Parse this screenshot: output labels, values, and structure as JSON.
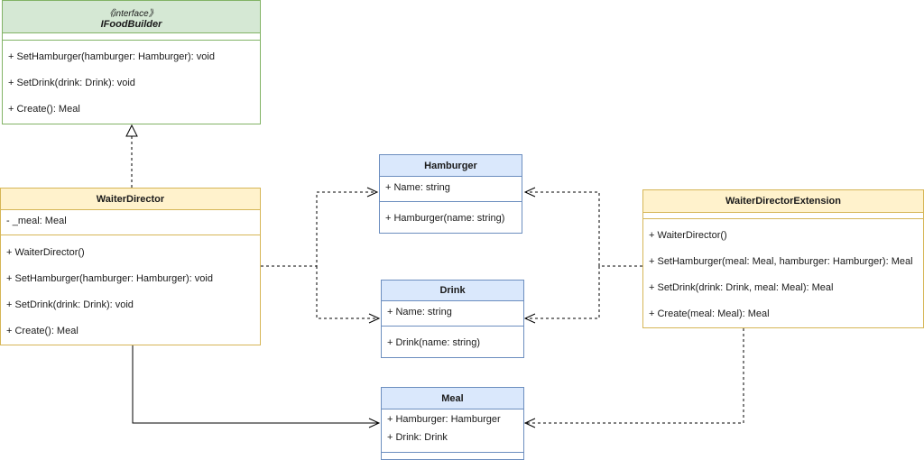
{
  "colors": {
    "interface_fill": "#d5e8d4",
    "interface_stroke": "#82b366",
    "director_fill": "#fff2cc",
    "director_stroke": "#d6b656",
    "class_fill": "#dae8fc",
    "class_stroke": "#6c8ebf"
  },
  "ifoodbuilder": {
    "stereotype": "《interface》",
    "name": "IFoodBuilder",
    "methods": [
      "+ SetHamburger(hamburger: Hamburger): void",
      "+ SetDrink(drink: Drink): void",
      "+ Create(): Meal"
    ]
  },
  "waiterdirector": {
    "name": "WaiterDirector",
    "fields": [
      "- _meal: Meal"
    ],
    "methods": [
      "+ WaiterDirector()",
      "+ SetHamburger(hamburger: Hamburger): void",
      "+ SetDrink(drink: Drink): void",
      "+ Create(): Meal"
    ]
  },
  "hamburger": {
    "name": "Hamburger",
    "fields": [
      "+ Name: string"
    ],
    "methods": [
      "+ Hamburger(name: string)"
    ]
  },
  "drink": {
    "name": "Drink",
    "fields": [
      "+ Name: string"
    ],
    "methods": [
      "+ Drink(name: string)"
    ]
  },
  "meal": {
    "name": "Meal",
    "fields": [
      "+ Hamburger: Hamburger",
      "+ Drink: Drink"
    ]
  },
  "waiterdirectorextension": {
    "name": "WaiterDirectorExtension",
    "methods": [
      "+ WaiterDirector()",
      "+ SetHamburger(meal: Meal, hamburger: Hamburger): Meal",
      "+ SetDrink(drink: Drink, meal: Meal): Meal",
      "+ Create(meal: Meal): Meal"
    ]
  }
}
